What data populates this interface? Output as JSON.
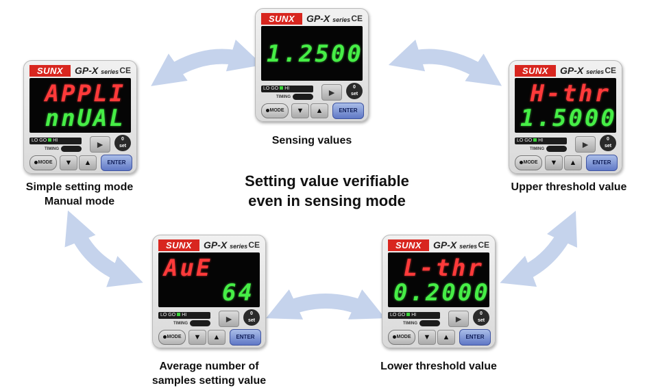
{
  "brand": "SUNX",
  "model": "GP-X",
  "model_series": "series",
  "ce_mark": "CE",
  "controls": {
    "lamps": {
      "lo": "LO",
      "go": "GO",
      "hi": "HI"
    },
    "timing": "TIMING",
    "mode": "MODE",
    "set_top": "0",
    "set_bottom": "set",
    "enter": "ENTER",
    "right_glyph": "►",
    "up_glyph": "▲",
    "down_glyph": "▼"
  },
  "center_note": {
    "line1": "Setting value verifiable",
    "line2": "even in sensing mode"
  },
  "panels": {
    "sensing": {
      "line1": "",
      "line2": "1.2500",
      "caption1": "Sensing values",
      "caption2": ""
    },
    "simple": {
      "line1": "APPLI",
      "line2": "nnUAL",
      "caption1": "Simple setting mode",
      "caption2": "Manual mode"
    },
    "upper": {
      "line1": "H-thr",
      "line2": "1.5000",
      "caption1": "Upper threshold value",
      "caption2": ""
    },
    "average": {
      "line1": "AuE",
      "line2": "64",
      "caption1": "Average number of",
      "caption2": "samples setting value"
    },
    "lower": {
      "line1": "L-thr",
      "line2": "0.2000",
      "caption1": "Lower threshold value",
      "caption2": ""
    }
  },
  "colors": {
    "arrow": "#c5d3ec",
    "display_red": "#ff3a3a",
    "display_green": "#46ee46",
    "brand_red": "#d8261f"
  }
}
